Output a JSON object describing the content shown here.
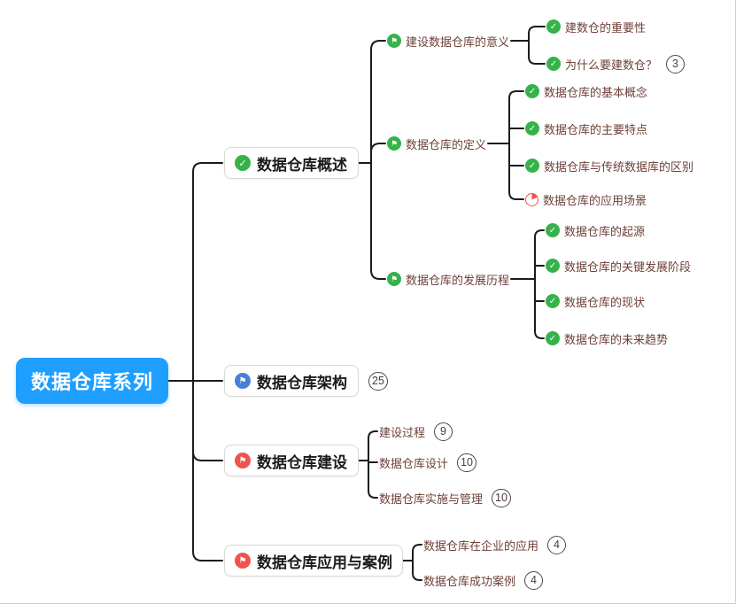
{
  "app": {
    "type": "mindmap-editor-canvas"
  },
  "icons": {
    "check_glyph": "✓",
    "flag_glyph": "⚑"
  },
  "colors": {
    "root_bg": "#1E9FFF",
    "root_text": "#ffffff",
    "check_green": "#36B24A",
    "flag_green": "#36B24A",
    "flag_blue": "#4A7FD9",
    "flag_red": "#F0534F",
    "pie_red": "#F0534F",
    "connector": "#1b1b1b",
    "branch_text": "#1b1b1b",
    "sub_text": "#6E4038"
  },
  "root": {
    "label": "数据仓库系列"
  },
  "branches": [
    {
      "label": "数据仓库概述",
      "icon": "check-icon",
      "children": [
        {
          "label": "建设数据仓库的意义",
          "icon": "flag-icon-green",
          "leaves": [
            {
              "label": "建数仓的重要性",
              "icon": "check-icon"
            },
            {
              "label": "为什么要建数仓？",
              "icon": "check-icon",
              "badge": "3"
            }
          ]
        },
        {
          "label": "数据仓库的定义",
          "icon": "flag-icon-green",
          "leaves": [
            {
              "label": "数据仓库的基本概念",
              "icon": "check-icon"
            },
            {
              "label": "数据仓库的主要特点",
              "icon": "check-icon"
            },
            {
              "label": "数据仓库与传统数据库的区别",
              "icon": "check-icon"
            },
            {
              "label": "数据仓库的应用场景",
              "icon": "pie-progress-icon"
            }
          ]
        },
        {
          "label": "数据仓库的发展历程",
          "icon": "flag-icon-green",
          "leaves": [
            {
              "label": "数据仓库的起源",
              "icon": "check-icon"
            },
            {
              "label": "数据仓库的关键发展阶段",
              "icon": "check-icon"
            },
            {
              "label": "数据仓库的现状",
              "icon": "check-icon"
            },
            {
              "label": "数据仓库的未来趋势",
              "icon": "check-icon"
            }
          ]
        }
      ]
    },
    {
      "label": "数据仓库架构",
      "icon": "flag-icon-blue",
      "badge": "25"
    },
    {
      "label": "数据仓库建设",
      "icon": "flag-icon-red",
      "children": [
        {
          "label": "建设过程",
          "badge": "9"
        },
        {
          "label": "数据仓库设计",
          "badge": "10"
        },
        {
          "label": "数据仓库实施与管理",
          "badge": "10"
        }
      ]
    },
    {
      "label": "数据仓库应用与案例",
      "icon": "flag-icon-red",
      "children": [
        {
          "label": "数据仓库在企业的应用",
          "badge": "4"
        },
        {
          "label": "数据仓库成功案例",
          "badge": "4"
        }
      ]
    }
  ]
}
